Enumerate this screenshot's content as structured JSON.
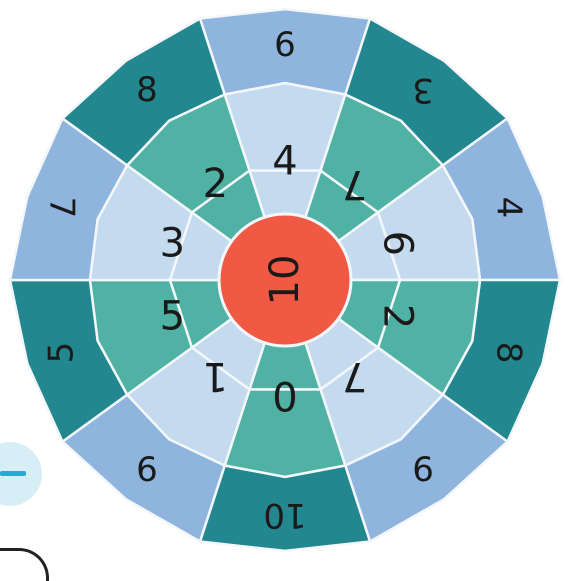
{
  "puzzle": {
    "center": "10",
    "outer_ring": [
      "6",
      "3",
      "4",
      "8",
      "6",
      "10",
      "6",
      "5",
      "7",
      "8"
    ],
    "middle_ring": [
      "4",
      "7",
      "6",
      "2",
      "7",
      "0",
      "1",
      "5",
      "3",
      "2"
    ],
    "colors": {
      "center": "#f05a45",
      "outer_light": "#8fb5df",
      "outer_dark": "#22878f",
      "middle_light": "#c4dbef",
      "middle_dark": "#4fb2a4",
      "gap": "#f4f7fa"
    }
  },
  "side_badge": {
    "icon": "minus-icon",
    "color": "#2aa6d8"
  }
}
